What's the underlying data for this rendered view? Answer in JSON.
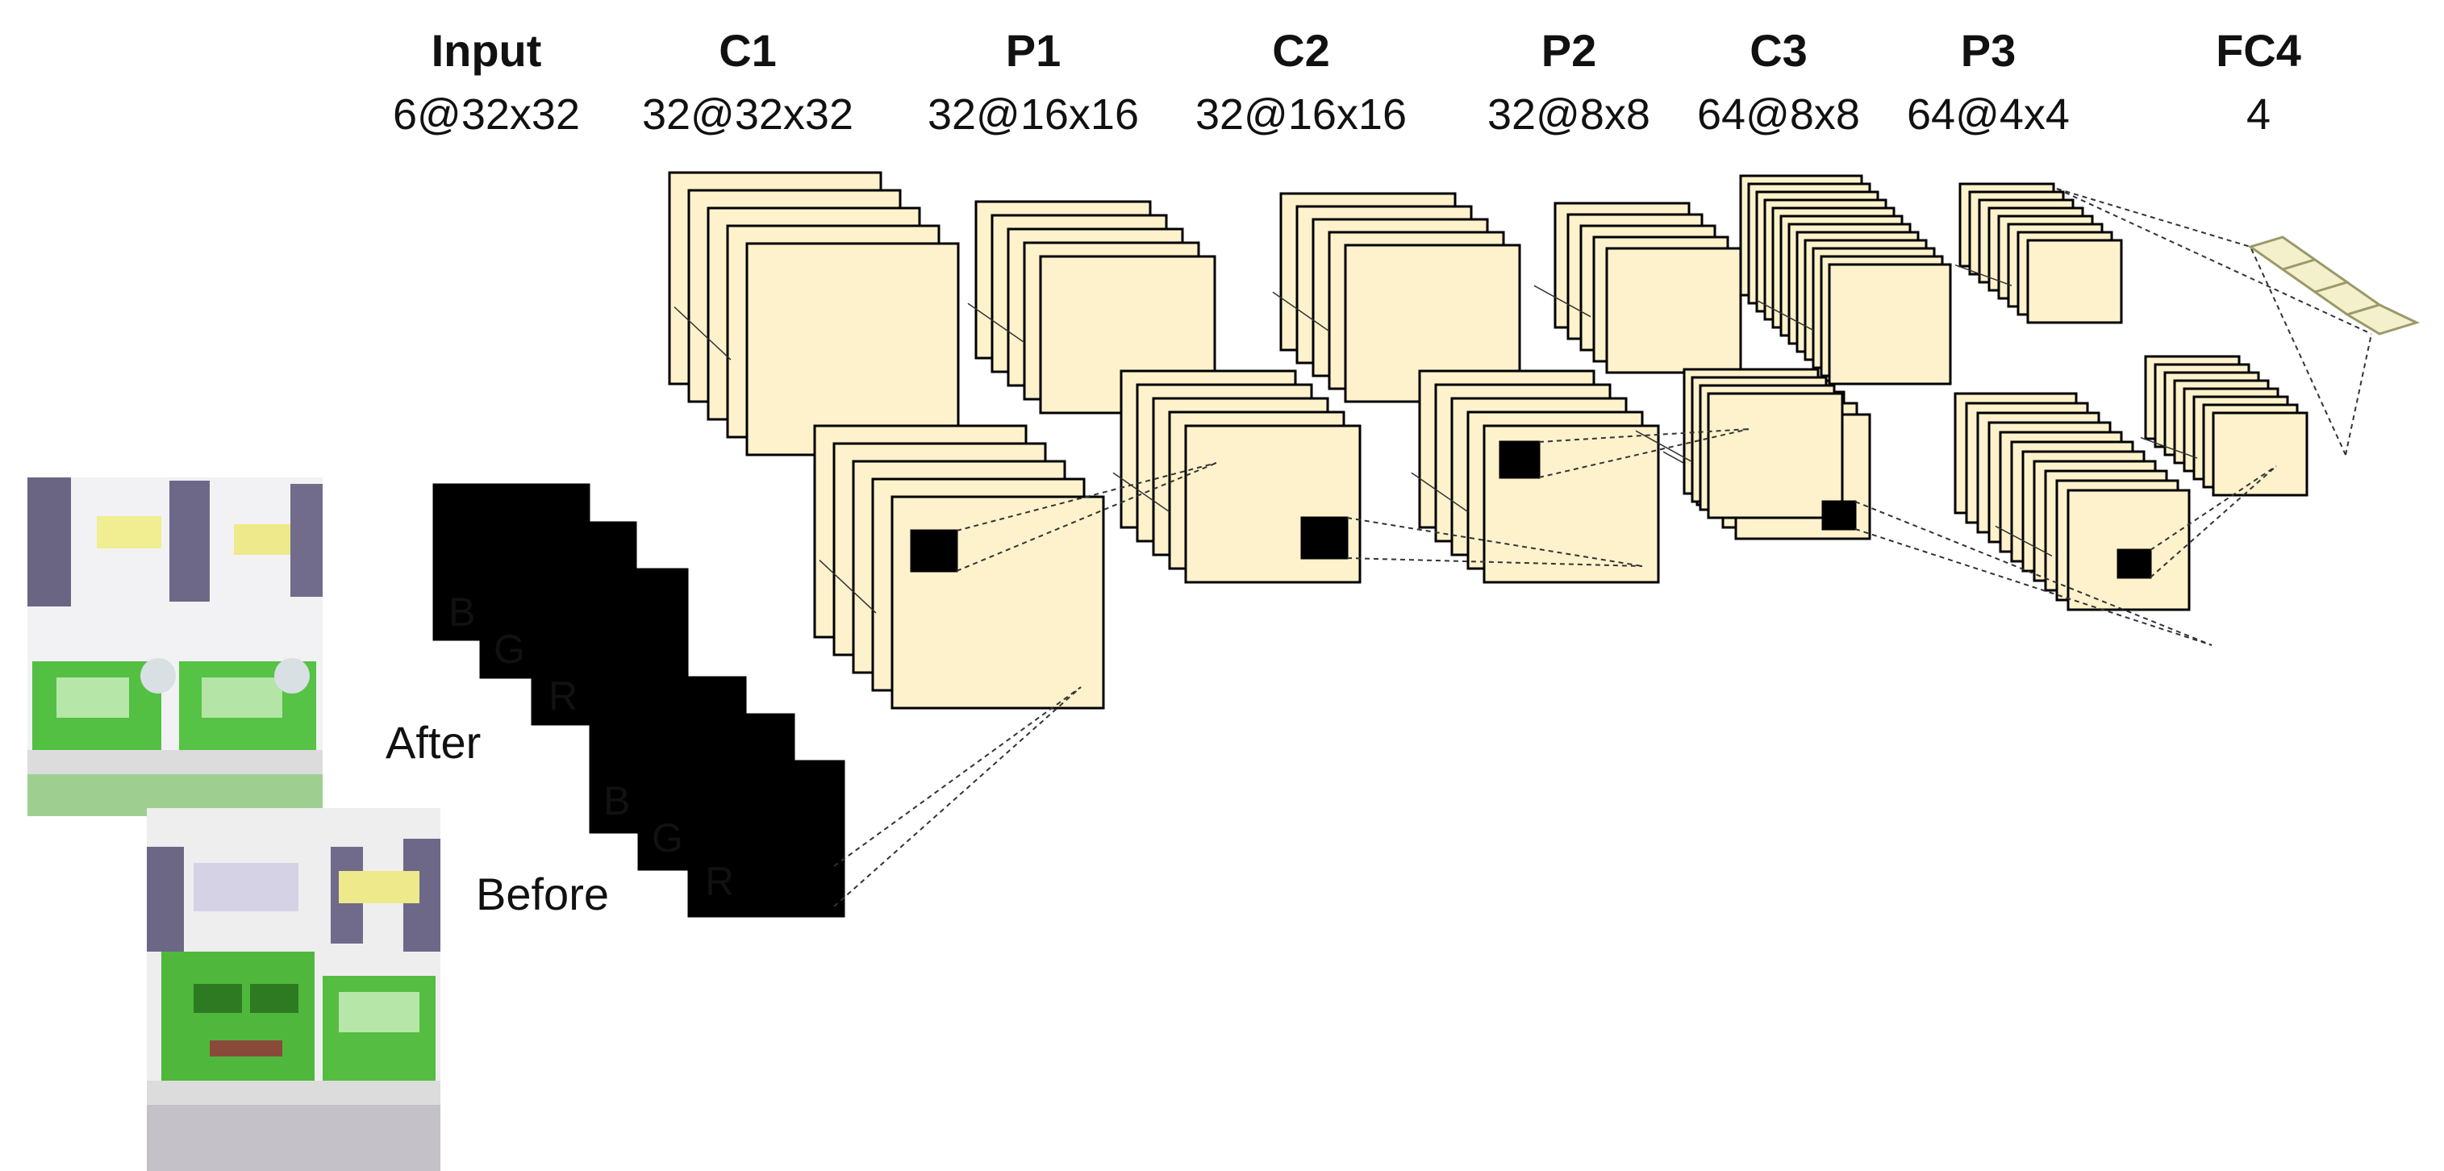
{
  "layers": [
    {
      "name": "Input",
      "dims": "6@32x32"
    },
    {
      "name": "C1",
      "dims": "32@32x32"
    },
    {
      "name": "P1",
      "dims": "32@16x16"
    },
    {
      "name": "C2",
      "dims": "32@16x16"
    },
    {
      "name": "P2",
      "dims": "32@8x8"
    },
    {
      "name": "C3",
      "dims": "64@8x8"
    },
    {
      "name": "P3",
      "dims": "64@4x4"
    },
    {
      "name": "FC4",
      "dims": "4"
    }
  ],
  "labels": {
    "after": "After",
    "before": "Before"
  },
  "channels": {
    "after": [
      "B",
      "G",
      "R"
    ],
    "before": [
      "B",
      "G",
      "R"
    ]
  },
  "colors": {
    "feature_map": "#fdf2cc",
    "kernel": "#f8d060",
    "fc_cell": "#f4f0cc",
    "line": "#333333"
  }
}
